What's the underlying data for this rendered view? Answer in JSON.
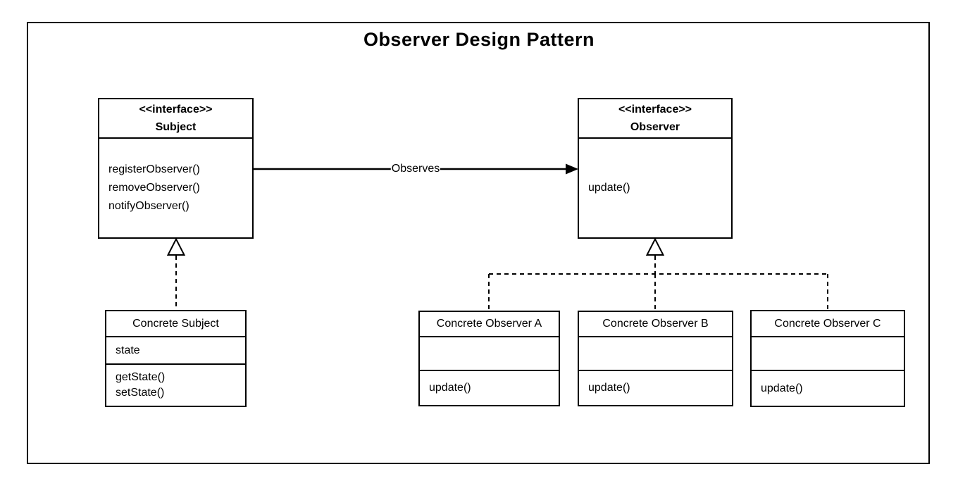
{
  "title": "Observer Design Pattern",
  "diagram": {
    "subject_interface": {
      "stereotype": "<<interface>>",
      "name": "Subject",
      "methods": [
        "registerObserver()",
        "removeObserver()",
        "notifyObserver()"
      ]
    },
    "observer_interface": {
      "stereotype": "<<interface>>",
      "name": "Observer",
      "methods": [
        "update()"
      ]
    },
    "concrete_subject": {
      "name": "Concrete Subject",
      "attributes": [
        "state"
      ],
      "methods": [
        "getState()",
        "setState()"
      ]
    },
    "concrete_observers": [
      {
        "name": "Concrete Observer A",
        "methods": [
          "update()"
        ]
      },
      {
        "name": "Concrete Observer B",
        "methods": [
          "update()"
        ]
      },
      {
        "name": "Concrete Observer C",
        "methods": [
          "update()"
        ]
      }
    ],
    "relations": {
      "observes_label": "Observes"
    },
    "colors": {
      "line": "#000000",
      "background": "#ffffff",
      "text": "#000000"
    }
  }
}
